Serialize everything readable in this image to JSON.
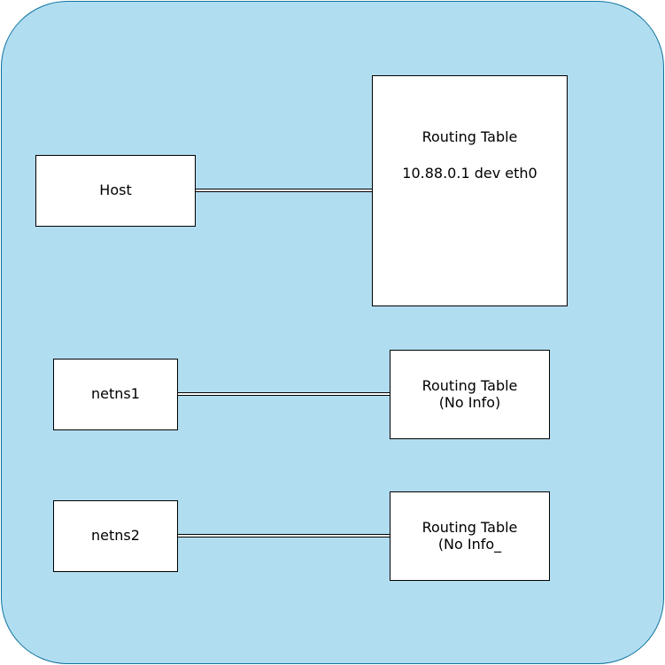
{
  "colors": {
    "container_fill": "#b1ddf0",
    "container_stroke": "#10739e",
    "node_fill": "#ffffff",
    "node_stroke": "#000000"
  },
  "nodes": {
    "host": {
      "label": "Host"
    },
    "routing_table_host": {
      "title": "Routing Table",
      "entry": "10.88.0.1 dev eth0"
    },
    "netns1": {
      "label": "netns1"
    },
    "routing_table_netns1": {
      "line1": "Routing Table",
      "line2": "(No Info)"
    },
    "netns2": {
      "label": "netns2"
    },
    "routing_table_netns2": {
      "line1": "Routing Table",
      "line2": "(No Info_"
    }
  },
  "links": [
    {
      "from": "Host",
      "to": "Routing Table (host)",
      "style": "double-line"
    },
    {
      "from": "netns1",
      "to": "Routing Table (netns1)",
      "style": "double-line"
    },
    {
      "from": "netns2",
      "to": "Routing Table (netns2)",
      "style": "double-line"
    }
  ]
}
